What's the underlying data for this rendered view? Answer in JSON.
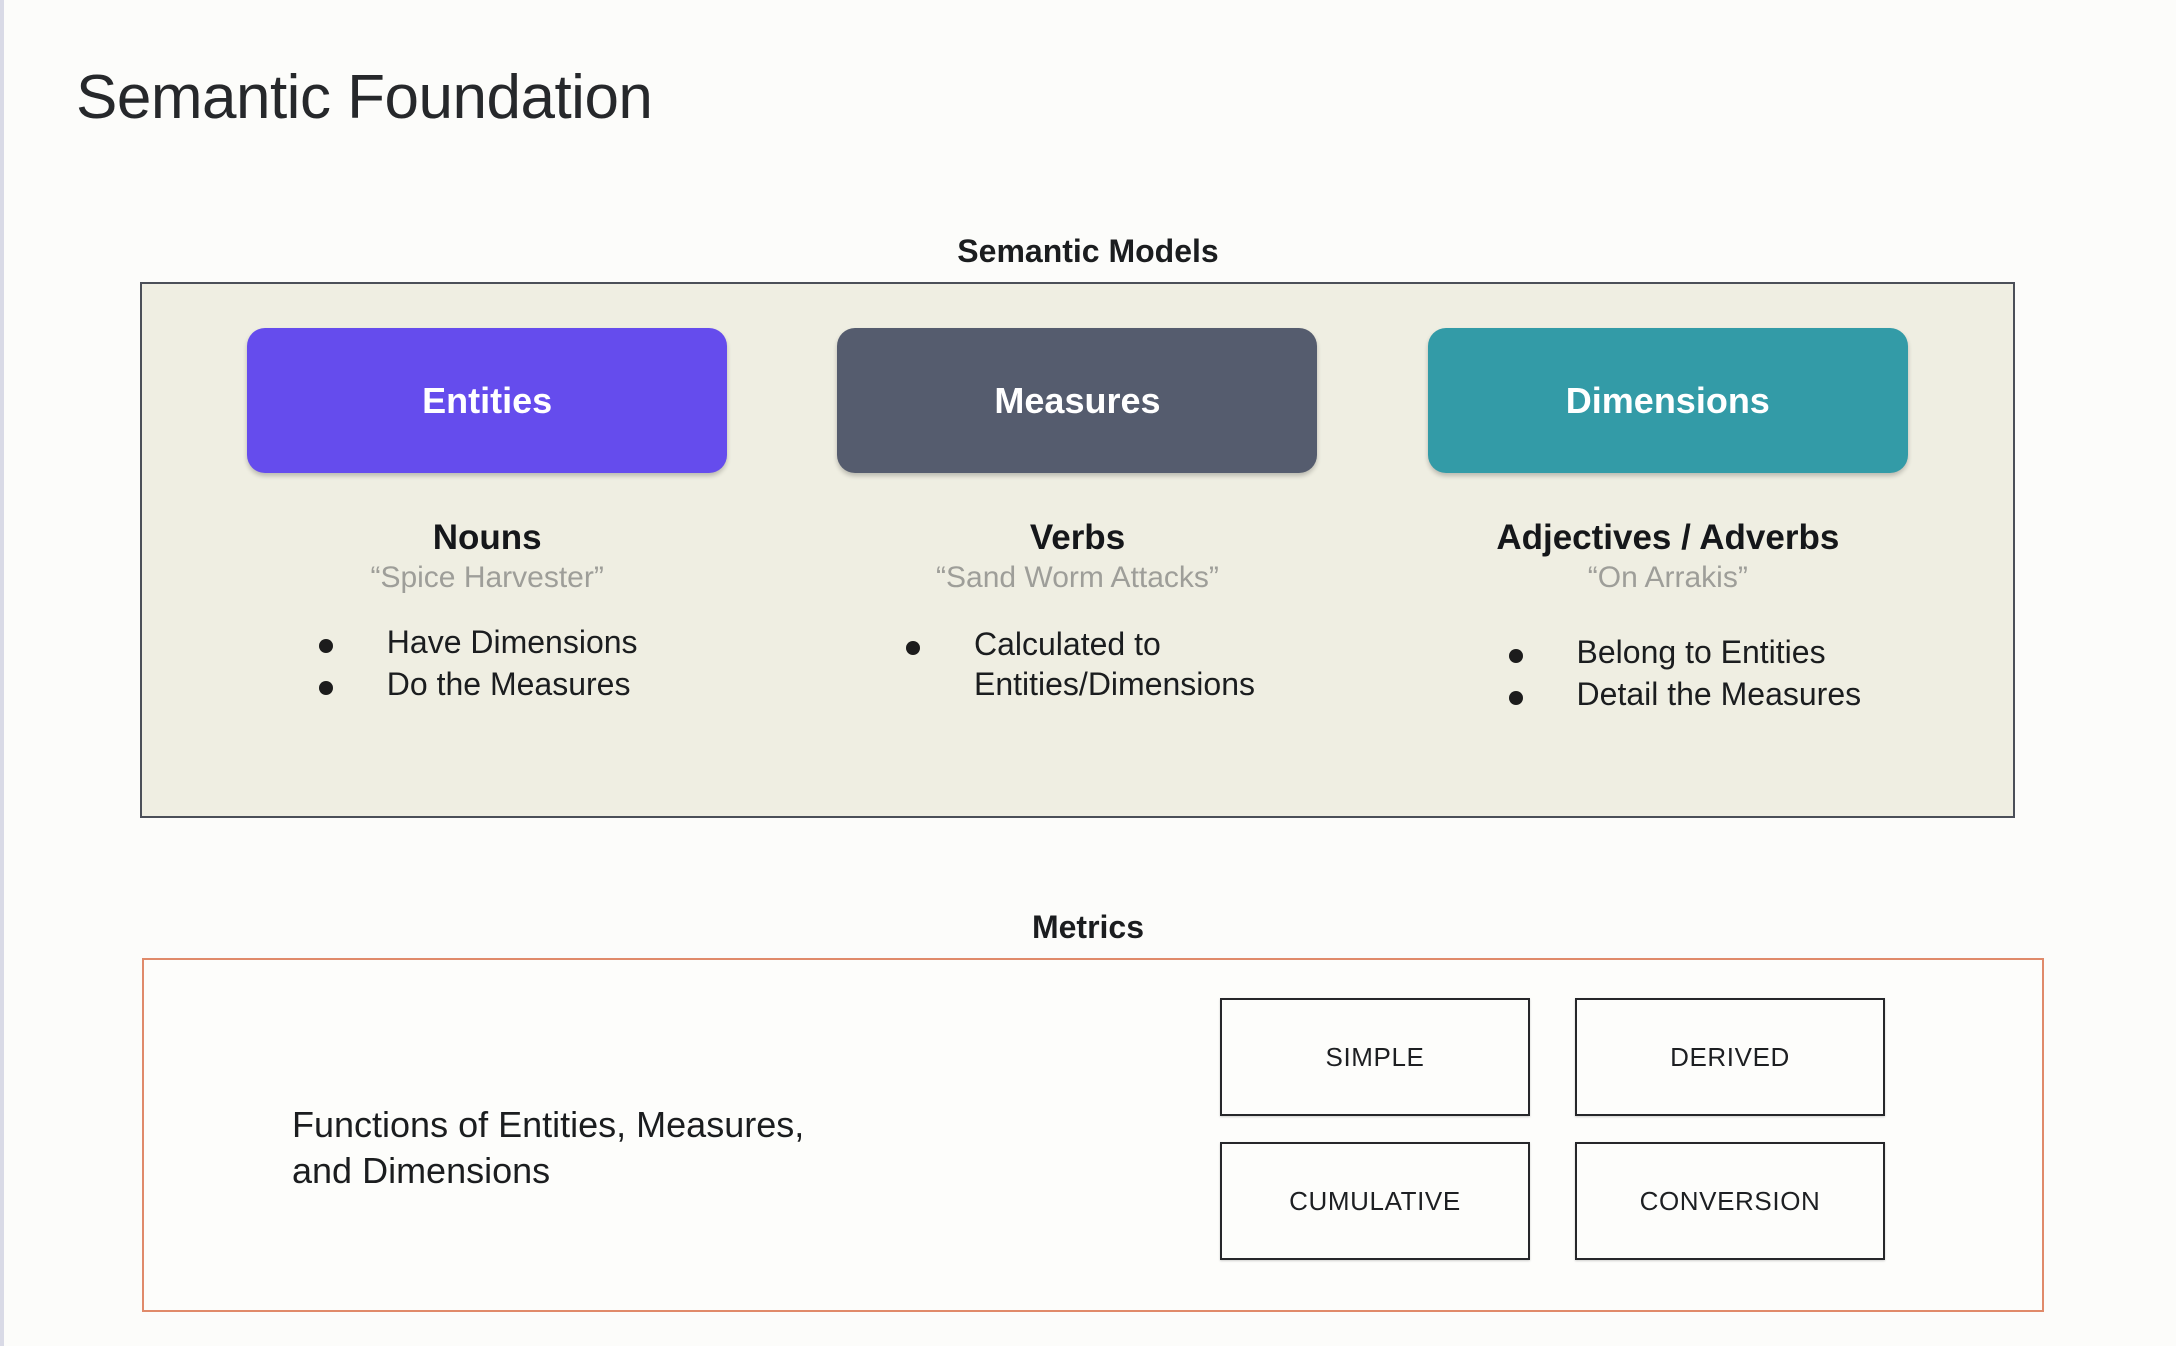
{
  "slide": {
    "title": "Semantic Foundation"
  },
  "semantic_models": {
    "heading": "Semantic Models",
    "columns": [
      {
        "chip_label": "Entities",
        "chip_color": "#654ced",
        "part_of_speech": "Nouns",
        "example": "“Spice Harvester”",
        "bullets": [
          "Have Dimensions",
          "Do the Measures"
        ]
      },
      {
        "chip_label": "Measures",
        "chip_color": "#555c6e",
        "part_of_speech": "Verbs",
        "example": "“Sand Worm Attacks”",
        "bullets": [
          "Calculated to\nEntities/Dimensions"
        ]
      },
      {
        "chip_label": "Dimensions",
        "chip_color": "#339ba7",
        "part_of_speech": "Adjectives / Adverbs",
        "example": "“On Arrakis”",
        "bullets": [
          "Belong to Entities",
          "Detail the Measures"
        ]
      }
    ]
  },
  "metrics": {
    "heading": "Metrics",
    "border_color": "#e08a6a",
    "description": "Functions of Entities, Measures,\nand Dimensions",
    "types": [
      "SIMPLE",
      "DERIVED",
      "CUMULATIVE",
      "CONVERSION"
    ]
  }
}
